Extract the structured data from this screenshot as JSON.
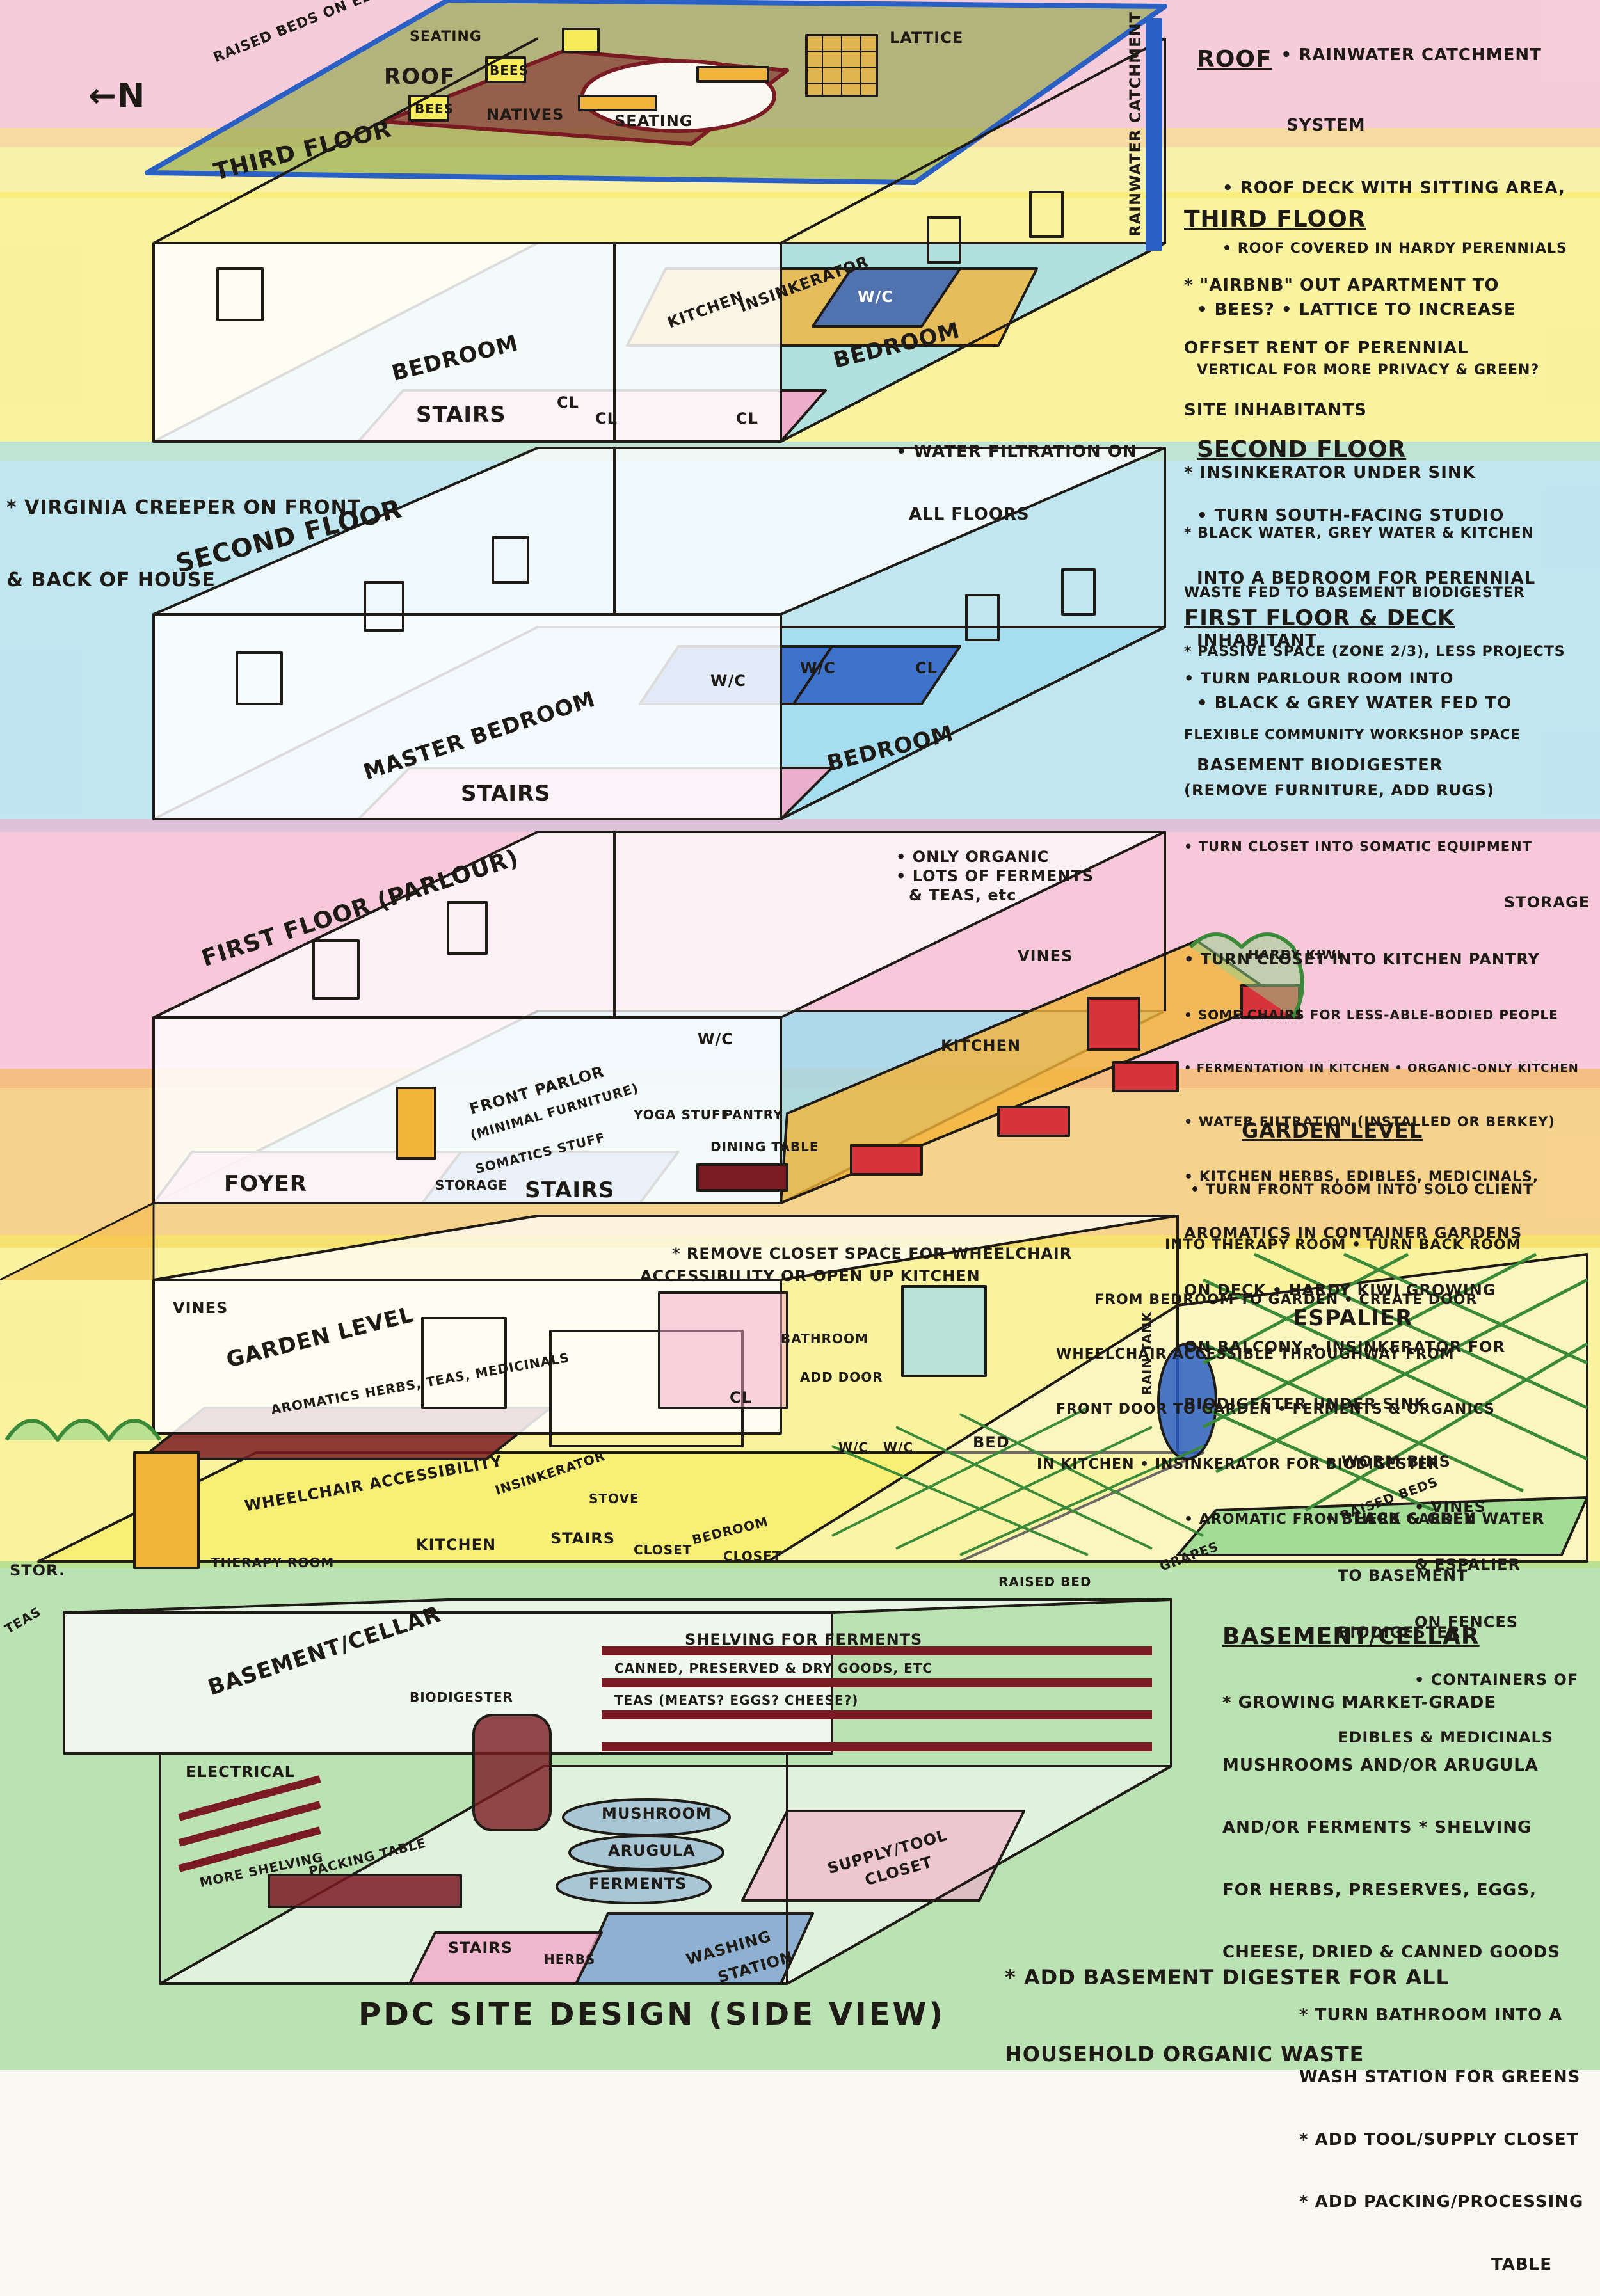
{
  "compass": {
    "label": "N",
    "arrow": "←"
  },
  "title": "PDC SITE DESIGN (SIDE VIEW)",
  "side_notes": {
    "roof": {
      "heading": "ROOF",
      "lines": [
        "• RAINWATER CATCHMENT",
        "SYSTEM",
        "• ROOF DECK WITH SITTING AREA,",
        "• ROOF COVERED IN HARDY PERENNIALS",
        "• BEES? • LATTICE TO INCREASE",
        "VERTICAL FOR MORE PRIVACY & GREEN?"
      ]
    },
    "third": {
      "heading": "THIRD FLOOR",
      "lines": [
        "* \"AIRBNB\" OUT APARTMENT TO",
        "OFFSET RENT OF PERENNIAL",
        "SITE INHABITANTS",
        "* INSINKERATOR UNDER SINK",
        "* BLACK WATER, GREY WATER & KITCHEN",
        "WASTE FED TO BASEMENT BIODIGESTER",
        "* PASSIVE SPACE (ZONE 2/3), LESS PROJECTS"
      ]
    },
    "water_filtration": [
      "• WATER FILTRATION ON",
      "ALL FLOORS"
    ],
    "second": {
      "heading": "SECOND FLOOR",
      "lines": [
        "• TURN SOUTH-FACING STUDIO",
        "INTO A BEDROOM FOR PERENNIAL",
        "INHABITANT",
        "• BLACK & GREY WATER FED TO",
        "BASEMENT BIODIGESTER"
      ]
    },
    "first": {
      "heading": "FIRST FLOOR & DECK",
      "lines": [
        "• TURN PARLOUR ROOM INTO",
        "FLEXIBLE COMMUNITY WORKSHOP SPACE",
        "(REMOVE FURNITURE, ADD RUGS)",
        "• TURN CLOSET INTO SOMATIC EQUIPMENT",
        "STORAGE",
        "• TURN CLOSET INTO KITCHEN PANTRY",
        "• SOME CHAIRS FOR LESS-ABLE-BODIED PEOPLE",
        "• FERMENTATION IN KITCHEN • ORGANIC-ONLY KITCHEN",
        "• WATER FILTRATION (INSTALLED OR BERKEY)",
        "• KITCHEN HERBS, EDIBLES, MEDICINALS,",
        "AROMATICS IN CONTAINER GARDENS",
        "ON DECK • HARDY KIWI GROWING",
        "ON BALCONY • INSINKERATOR FOR",
        "BIODIGESTER UNDER SINK",
        "• WORM BINS",
        "• BLACK & GREY WATER",
        "TO BASEMENT",
        "BIODIGESTER"
      ]
    },
    "garden": {
      "heading": "GARDEN LEVEL",
      "lines": [
        "• TURN FRONT ROOM INTO SOLO CLIENT",
        "INTO THERAPY ROOM • TURN BACK ROOM",
        "FROM BEDROOM TO GARDEN • CREATE DOOR",
        "WHEELCHAIR ACCESSIBLE THROUGHWAY FROM",
        "FRONT DOOR TO GARDEN • FERMENTS & ORGANICS",
        "IN KITCHEN • INSINKERATOR FOR BIODIGESTER",
        "• AROMATIC FRONT HERB GARDEN"
      ]
    },
    "garden_extra": [
      "• VINES",
      "& ESPALIER",
      "ON FENCES",
      "• CONTAINERS OF",
      "EDIBLES & MEDICINALS"
    ],
    "basement": {
      "heading": "BASEMENT/CELLAR",
      "lines": [
        "* GROWING MARKET-GRADE",
        "MUSHROOMS AND/OR ARUGULA",
        "AND/OR FERMENTS * SHELVING",
        "FOR HERBS, PRESERVES, EGGS,",
        "CHEESE, DRIED & CANNED GOODS",
        "* TURN BATHROOM INTO A",
        "WASH STATION FOR GREENS",
        "* ADD TOOL/SUPPLY CLOSET",
        "* ADD PACKING/PROCESSING",
        "TABLE"
      ]
    },
    "left_note": [
      "* VIRGINIA CREEPER ON FRONT",
      "& BACK OF HOUSE"
    ],
    "bottom_note": [
      "* ADD BASEMENT DIGESTER FOR ALL",
      "HOUSEHOLD ORGANIC WASTE"
    ]
  },
  "diagram_labels": {
    "roof": {
      "raised_beds": "RAISED BEDS ON EDGES FOR SAFETY & YIELD",
      "seating1": "SEATING",
      "roof": "ROOF",
      "lattice": "LATTICE",
      "natives": "NATIVES",
      "bees": "BEES",
      "bees2": "BEES",
      "seating2": "SEATING",
      "rainwater": "RAINWATER CATCHMENT",
      "third_floor": "THIRD FLOOR"
    },
    "third": {
      "kitchen": "KITCHEN",
      "insinkerator": "INSINKERATOR",
      "wc": "W/C",
      "bedroom1": "BEDROOM",
      "bedroom2": "BEDROOM",
      "stairs": "STAIRS",
      "cl1": "CL",
      "cl2": "CL",
      "cl3": "CL"
    },
    "second": {
      "title": "SECOND FLOOR",
      "master": "MASTER BEDROOM",
      "wc1": "W/C",
      "wc2": "W/C",
      "cl": "CL",
      "bedroom": "BEDROOM",
      "stairs": "STAIRS"
    },
    "first": {
      "title": "FIRST FLOOR (PARLOUR)",
      "only_organic": "• ONLY ORGANIC",
      "ferments": "• LOTS OF FERMENTS",
      "teas": "& TEAS, etc",
      "vines": "VINES",
      "hardy_kiwi": "HARDY KIWI",
      "front_parlor": "FRONT PARLOR",
      "minimal": "(MINIMAL FURNITURE)",
      "wc": "W/C",
      "kitchen": "KITCHEN",
      "yoga": "YOGA STUFF",
      "pantry": "PANTRY",
      "somatics": "SOMATICS STUFF",
      "dining": "DINING TABLE",
      "foyer": "FOYER",
      "storage": "STORAGE",
      "stairs": "STAIRS"
    },
    "garden": {
      "remove_closet": "* REMOVE CLOSET SPACE FOR WHEELCHAIR",
      "accessibility": "ACCESSIBILITY OR OPEN UP KITCHEN",
      "vines": "VINES",
      "title": "GARDEN LEVEL",
      "aromatics": "AROMATICS HERBS, TEAS, MEDICINALS",
      "bathroom": "BATHROOM",
      "add_door": "ADD DOOR",
      "cl": "CL",
      "rain_tank": "RAIN TANK",
      "espalier": "ESPALIER",
      "insinkerator": "INSINKERATOR",
      "stove": "STOVE",
      "wc1": "W/C",
      "wc2": "W/C",
      "bed": "BED",
      "wheelchair": "WHEELCHAIR ACCESSIBILITY",
      "therapy": "THERAPY ROOM",
      "kitchen": "KITCHEN",
      "stairs": "STAIRS",
      "closet1": "CLOSET",
      "bedroom": "BEDROOM",
      "closet2": "CLOSET",
      "grapes": "GRAPES",
      "raised_beds": "RAISED BEDS",
      "raised_bed": "RAISED BED",
      "stor": "STOR.",
      "teas": "TEAS"
    },
    "basement": {
      "shelving": "SHELVING FOR FERMENTS",
      "canned": "CANNED, PRESERVED & DRY GOODS, ETC",
      "teas": "TEAS (MEATS? EGGS? CHEESE?)",
      "title": "BASEMENT/CELLAR",
      "biodigester": "BIODIGESTER",
      "electrical": "ELECTRICAL",
      "more_shelving": "MORE SHELVING",
      "packing": "PACKING TABLE",
      "mushroom": "MUSHROOM",
      "arugula": "ARUGULA",
      "ferments": "FERMENTS",
      "supply": "SUPPLY/TOOL",
      "closet": "CLOSET",
      "washing": "WASHING",
      "station": "STATION",
      "stairs": "STAIRS",
      "herbs": "HERBS"
    }
  },
  "colors": {
    "pink": "#f3a8c9",
    "yellow": "#f7ec5a",
    "cyan": "#9fdcef",
    "orange": "#f3b43a",
    "green": "#8fd48a",
    "maroon": "#7a1a22",
    "blue": "#2a5fc4",
    "olive": "#8fa84a",
    "ink": "#1e1a16"
  }
}
